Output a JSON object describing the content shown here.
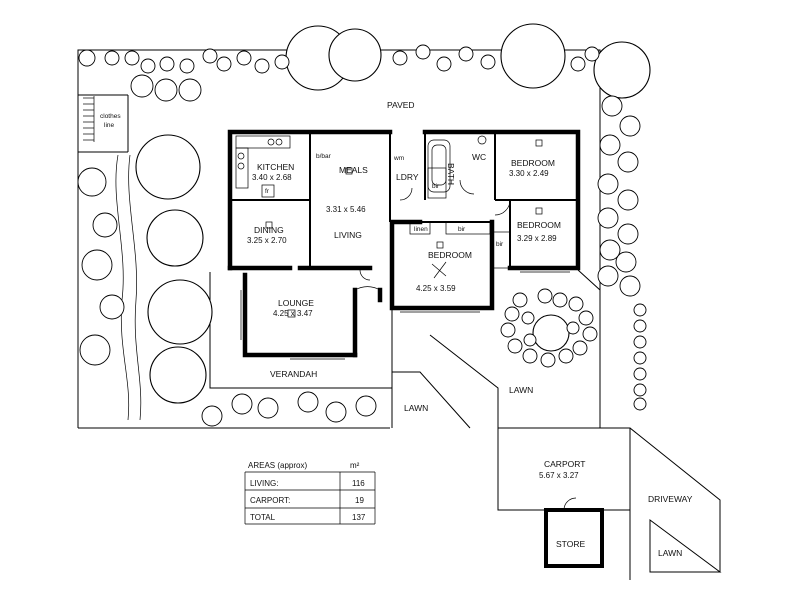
{
  "plan": {
    "paved": "PAVED",
    "clothes_line": [
      "clothes",
      "line"
    ],
    "rooms": {
      "kitchen": {
        "name": "KITCHEN",
        "dims": "3.40 x 2.68"
      },
      "bbar": "b/bar",
      "meals": {
        "name": "MEALS",
        "dims": "3.31 x 5.46"
      },
      "living": "LIVING",
      "dining": {
        "name": "DINING",
        "dims": "3.25 x 2.70"
      },
      "lounge": {
        "name": "LOUNGE",
        "dims": "4.25 x 3.47"
      },
      "bedroom1": {
        "name": "BEDROOM",
        "dims": "3.30 x 2.49"
      },
      "bedroom2": {
        "name": "BEDROOM",
        "dims": "3.29 x 2.89"
      },
      "bedroom3": {
        "name": "BEDROOM",
        "dims": "4.25 x 3.59"
      },
      "ldry": "LDRY",
      "wm": "wm",
      "bath": "BATH",
      "wc": "WC",
      "linen": "linen",
      "bir1": "bir",
      "bir2": "bir",
      "bir3": "bir",
      "fr": "fr"
    },
    "verandah": "VERANDAH",
    "lawn_front": "LAWN",
    "lawn_right": "LAWN",
    "lawn_drive": "LAWN",
    "carport": {
      "name": "CARPORT",
      "dims": "5.67 x 3.27"
    },
    "store": "STORE",
    "driveway": "DRIVEWAY"
  },
  "areas": {
    "title": "AREAS (approx)",
    "unit": "m²",
    "rows": [
      {
        "label": "LIVING:",
        "value": "116"
      },
      {
        "label": "CARPORT:",
        "value": "19"
      },
      {
        "label": "TOTAL",
        "value": "137"
      }
    ]
  }
}
